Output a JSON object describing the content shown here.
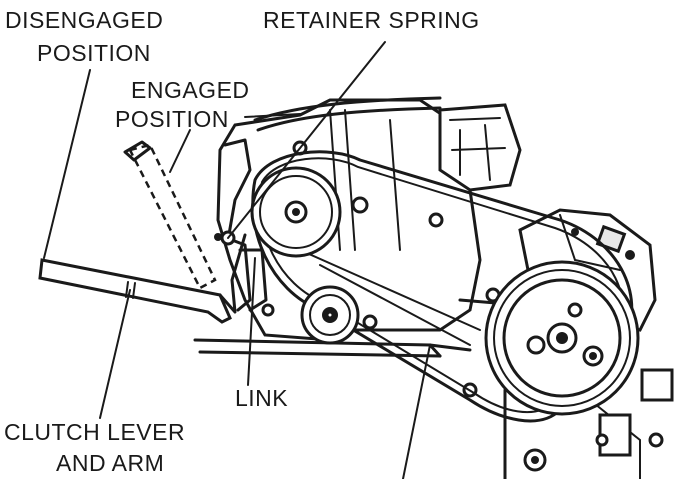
{
  "labels": {
    "disengaged_line1": "DISENGAGED",
    "disengaged_line2": "POSITION",
    "retainer_spring": "RETAINER SPRING",
    "engaged_line1": "ENGAGED",
    "engaged_line2": "POSITION",
    "link": "LINK",
    "clutch_line1": "CLUTCH LEVER",
    "clutch_line2": "AND ARM"
  }
}
